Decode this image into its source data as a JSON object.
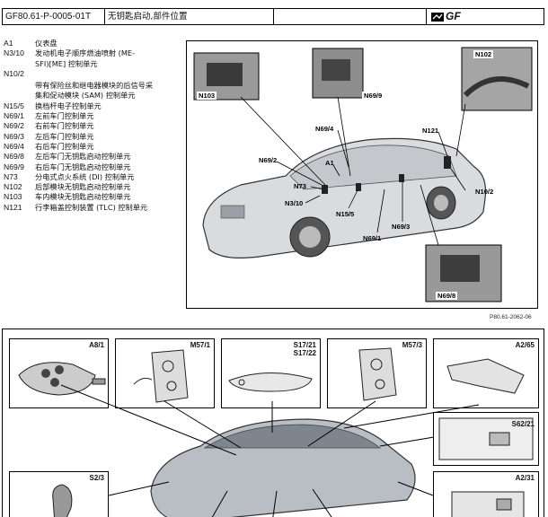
{
  "header": {
    "doc_id": "GF80.61-P-0005-01T",
    "title": "无钥匙启动,部件位置",
    "blank": "",
    "mark": "GF"
  },
  "legend": [
    {
      "code": "A1",
      "desc": "仪表盘"
    },
    {
      "code": "N3/10",
      "desc": "发动机电子顺序燃油喷射 (ME-"
    },
    {
      "code": "",
      "desc": "SFI)[ME] 控制单元"
    },
    {
      "code": "N10/2",
      "desc": ""
    },
    {
      "code": "",
      "desc": "带有保险丝和继电器模块的后信号采"
    },
    {
      "code": "",
      "desc": "集和促动模块 (SAM) 控制单元"
    },
    {
      "code": "N15/5",
      "desc": "换档杆电子控制单元"
    },
    {
      "code": "N69/1",
      "desc": "左前车门控制单元"
    },
    {
      "code": "N69/2",
      "desc": "右前车门控制单元"
    },
    {
      "code": "N69/3",
      "desc": "左后车门控制单元"
    },
    {
      "code": "N69/4",
      "desc": "右后车门控制单元"
    },
    {
      "code": "N69/8",
      "desc": "左后车门无钥匙启动控制单元"
    },
    {
      "code": "N69/9",
      "desc": "右后车门无钥匙启动控制单元"
    },
    {
      "code": "N73",
      "desc": "分电式点火系统 (DI) 控制单元"
    },
    {
      "code": "N102",
      "desc": "后部模块无钥匙启动控制单元"
    },
    {
      "code": "N103",
      "desc": "车内模块无钥匙启动控制单元"
    },
    {
      "code": "N121",
      "desc": "行李箱盖控制装置 (TLC) 控制单元"
    }
  ],
  "top_figure": {
    "labels": {
      "n103": "N103",
      "n69_9": "N69/9",
      "n102": "N102",
      "n69_4": "N69/4",
      "n121": "N121",
      "n69_2": "N69/2",
      "a1": "A1",
      "n73": "N73",
      "n3_10": "N3/10",
      "n15_5": "N15/5",
      "n10_2": "N10/2",
      "n69_3": "N69/3",
      "n69_1": "N69/1",
      "n69_8": "N69/8"
    },
    "note": "P80.61-2062-06"
  },
  "bottom_figure": {
    "labels": {
      "a8_1": "A8/1",
      "m57_1": "M57/1",
      "s17_21": "S17/21",
      "s17_22": "S17/22",
      "m57_3": "M57/3",
      "a2_65": "A2/65",
      "s62_21": "S62/21",
      "s2_3": "S2/3",
      "a2_31": "A2/31"
    }
  }
}
